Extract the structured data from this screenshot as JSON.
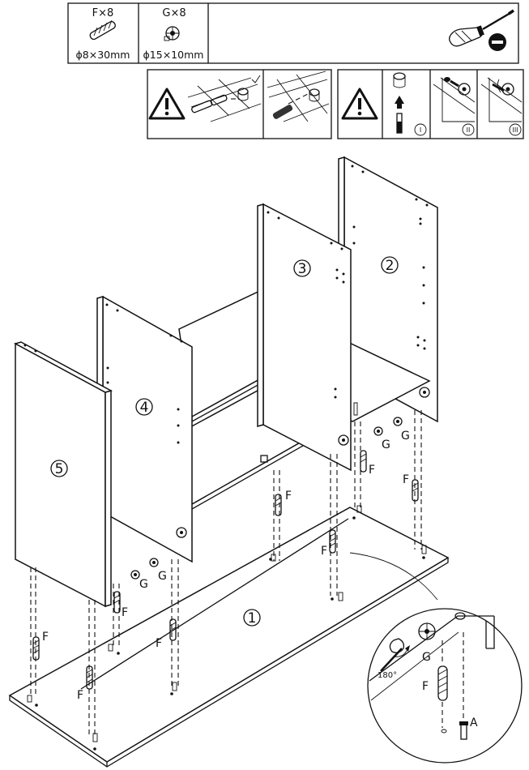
{
  "parts_table": {
    "dowel": {
      "qty": "F×8",
      "size": "ϕ8×30mm"
    },
    "cam": {
      "qty": "G×8",
      "size": "ϕ15×10mm"
    }
  },
  "tool": {
    "name": "screwdriver-icon",
    "tip": "minus-icon"
  },
  "warning_steps": [
    "I",
    "II",
    "III"
  ],
  "panels": [
    "1",
    "2",
    "3",
    "4",
    "5"
  ],
  "labels": {
    "F": "F",
    "G": "G",
    "A": "A",
    "angle": "180°"
  }
}
